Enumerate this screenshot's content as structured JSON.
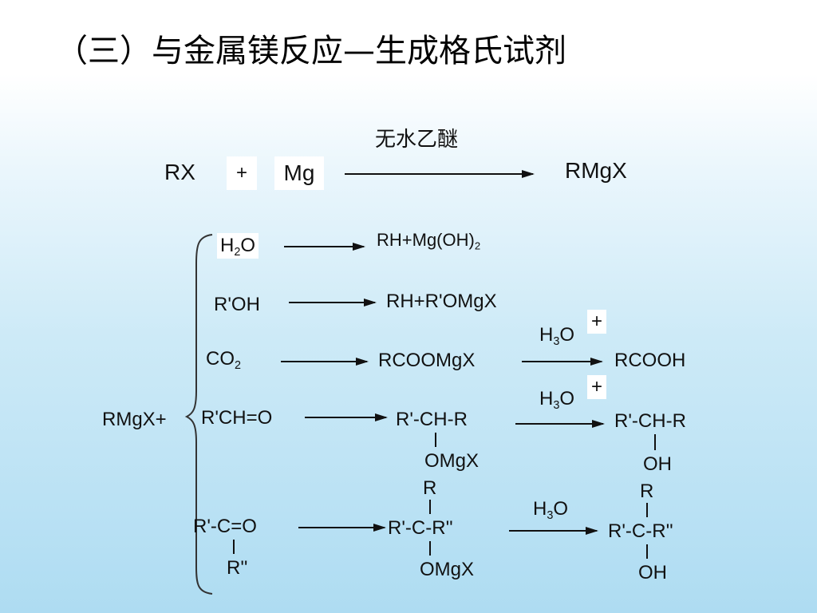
{
  "slide": {
    "title": "（三）与金属镁反应—生成格氏试剂"
  },
  "main_reaction": {
    "reactant1": "RX",
    "plus": "+",
    "reactant2": "Mg",
    "condition": "无水乙醚",
    "product": "RMgX"
  },
  "reactions": {
    "reagent": "RMgX+",
    "water": {
      "reactant_main": "H",
      "reactant_sub": "2",
      "reactant_tail": "O",
      "product_main": "RH+Mg(OH)",
      "product_sub": "2"
    },
    "alcohol": {
      "reactant": "R'OH",
      "product": "RH+R'OMgX"
    },
    "co2": {
      "reactant_main": "CO",
      "reactant_sub": "2",
      "intermediate": "RCOOMgX",
      "cond_main": "H",
      "cond_sub": "3",
      "cond_tail": "O",
      "cond_sup": "+",
      "product": "RCOOH"
    },
    "aldehyde": {
      "reactant": "R'CH=O",
      "intermediate_top": "R'-CH-R",
      "intermediate_bottom": "OMgX",
      "cond_main": "H",
      "cond_sub": "3",
      "cond_tail": "O",
      "cond_sup": "+",
      "product_top": "R'-CH-R",
      "product_bottom": "OH"
    },
    "ketone": {
      "reactant_top": "R'-C=O",
      "reactant_bottom": "R''",
      "intermediate_above": "R",
      "intermediate_mid": "R'-C-R''",
      "intermediate_below": "OMgX",
      "cond_main": "H",
      "cond_sub": "3",
      "cond_tail": "O",
      "product_above": "R",
      "product_mid": "R'-C-R''",
      "product_below": "OH"
    }
  }
}
